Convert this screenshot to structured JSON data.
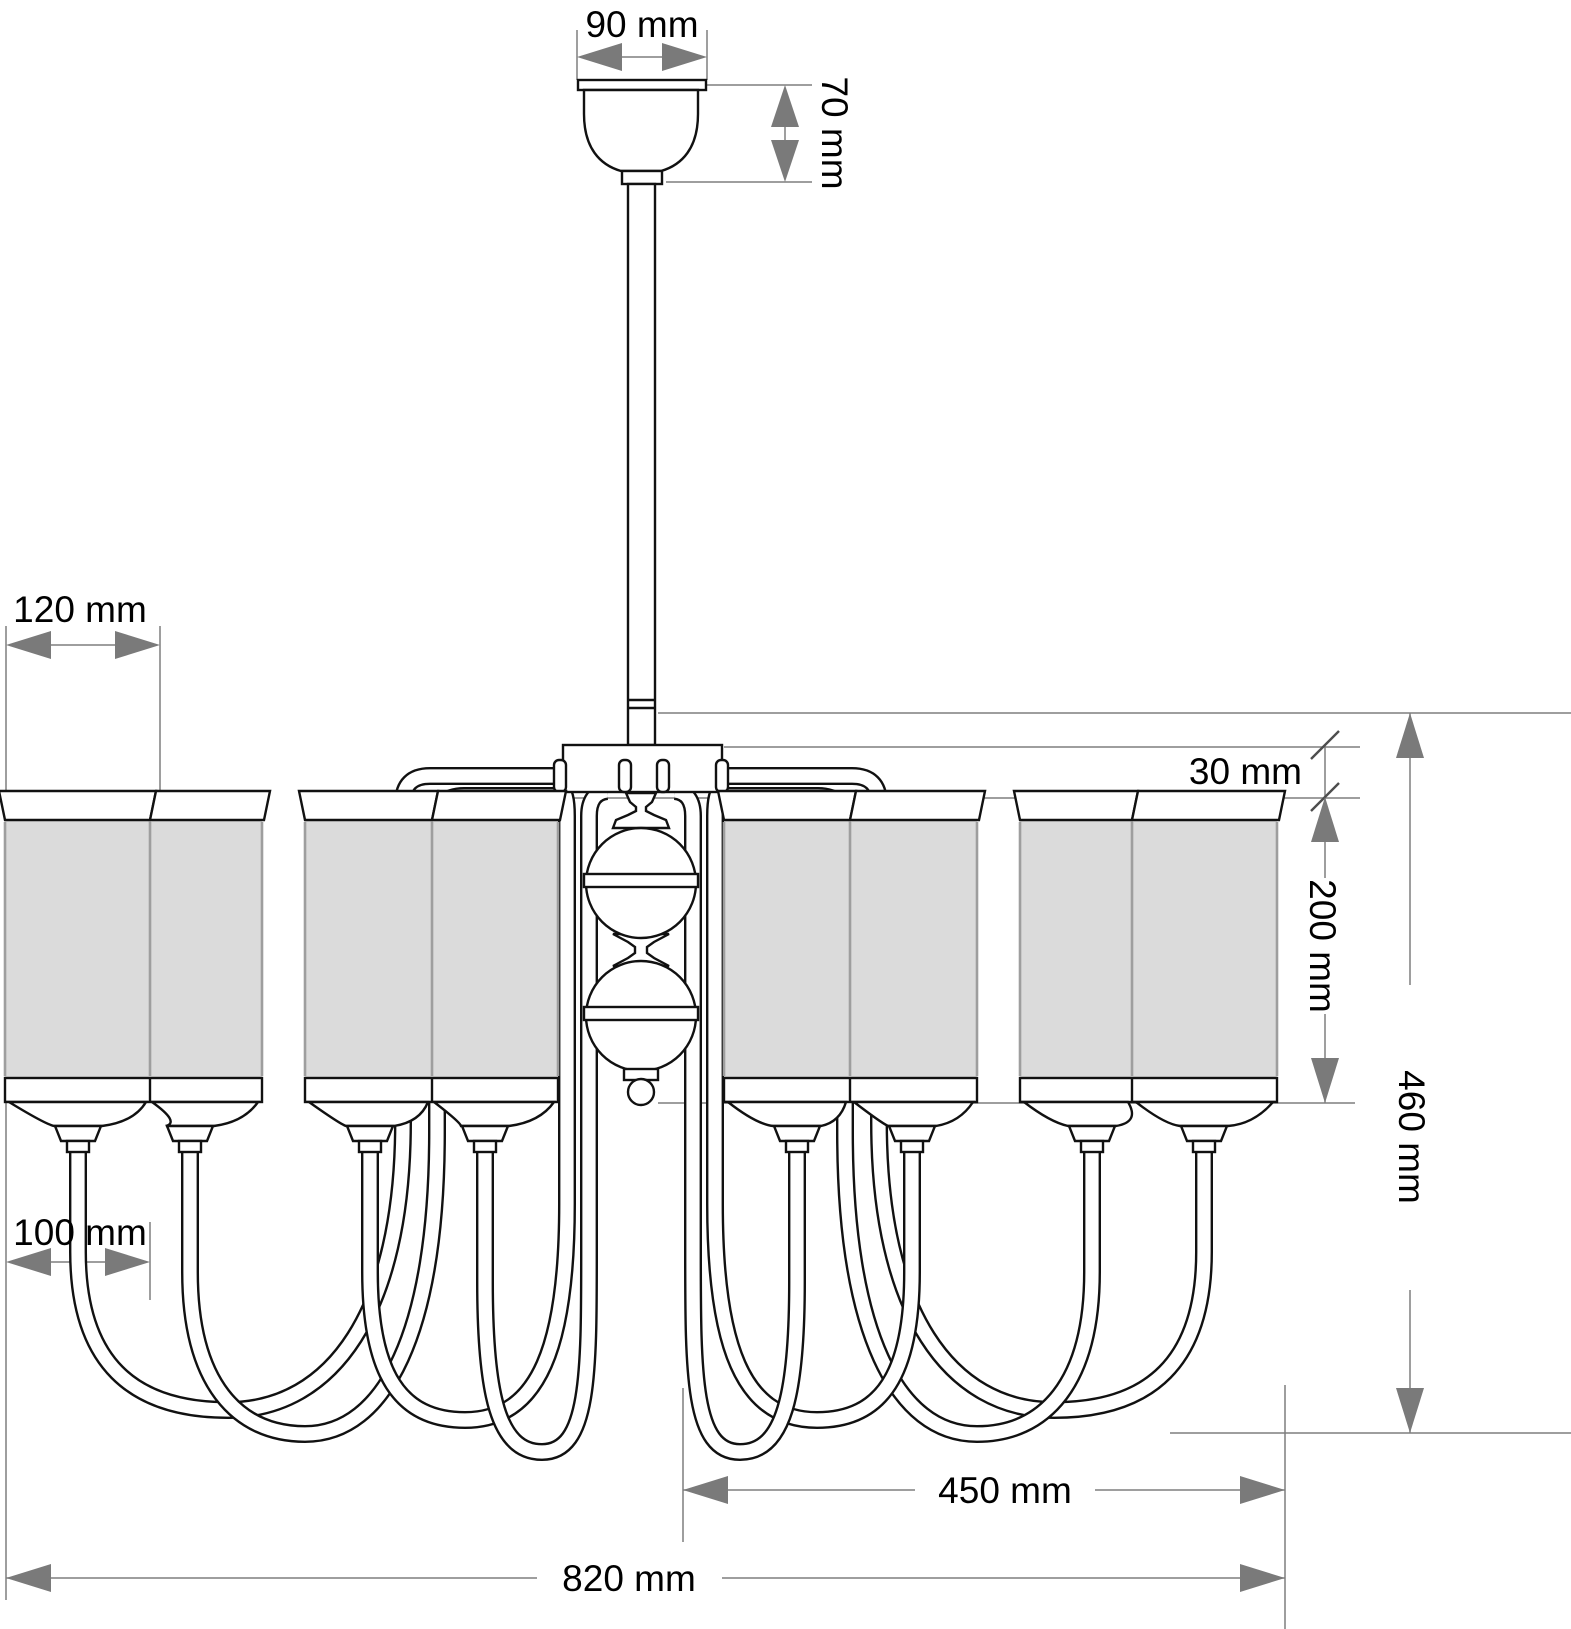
{
  "diagram": {
    "title": "chandelier-dimension-drawing",
    "dimensions": {
      "canopy_width": "90 mm",
      "canopy_height": "70 mm",
      "shade_top_diameter": "120 mm",
      "rim_height": "30 mm",
      "shade_height": "200 mm",
      "body_height": "460 mm",
      "shade_bottom_diameter": "100 mm",
      "arm_span_half": "450 mm",
      "total_width": "820 mm"
    },
    "colors": {
      "line": "#111111",
      "dimension_line": "#7f7f7f",
      "arrow": "#7a7a7a",
      "shade_fill": "#dbdbdb",
      "shade_edge": "#9e9e9e"
    }
  }
}
